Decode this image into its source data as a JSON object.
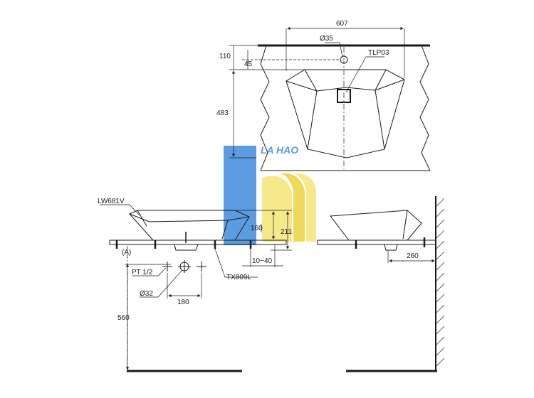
{
  "watermark": {
    "text": "LA HAO",
    "colors": {
      "blue": "#5b9be0",
      "yellow": "#f7e98a",
      "yellow_dark": "#f0d85a"
    }
  },
  "colors": {
    "line": "#1a1a1a",
    "hatch": "#333333",
    "fill_dark": "#2a2a2a"
  },
  "top_view": {
    "width_label": "607",
    "hole_label": "Ø35",
    "part_label": "TLP03",
    "dim_110": "110",
    "dim_45": "45",
    "dim_483": "483"
  },
  "front_view": {
    "model_label": "LW681V",
    "dim_160": "160",
    "dim_211": "211",
    "dim_range": "10~40",
    "mark_a": "(A)",
    "pipe_label": "PT 1/2",
    "drain_label": "Ø32",
    "spacing_label": "180",
    "faucet_label": "TX809L",
    "height_label": "560"
  },
  "side_view": {
    "depth_label": "260"
  }
}
